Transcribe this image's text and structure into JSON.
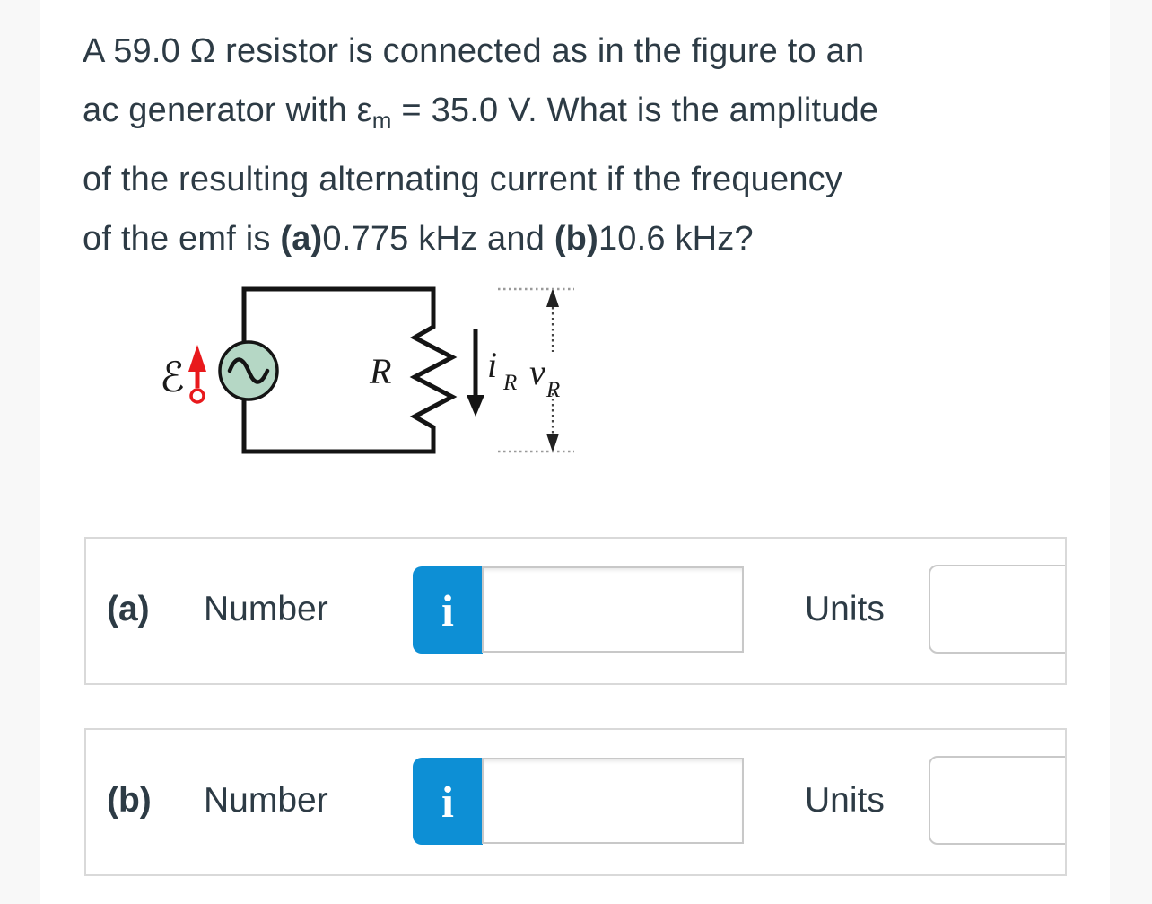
{
  "colors": {
    "ink": "#2d3b45",
    "accent_blue": "#0d8fd5",
    "generator_fill": "#b5d7c5",
    "emf_red": "#e8191c",
    "box_border": "#d9d9d9"
  },
  "question": {
    "lines": [
      [
        {
          "t": "A 59.0 Ω resistor is connected as in the figure to an"
        }
      ],
      [
        {
          "t": "ac generator with ε"
        },
        {
          "t": "m",
          "s": "sub"
        },
        {
          "t": " = 35.0 V. What is the amplitude"
        }
      ],
      [
        {
          "t": "of the resulting alternating current if the frequency"
        }
      ],
      [
        {
          "t": "of the emf is "
        },
        {
          "t": "(a)",
          "s": "b"
        },
        {
          "t": "0.775 kHz and "
        },
        {
          "t": "(b)",
          "s": "b"
        },
        {
          "t": "10.6 kHz?"
        }
      ]
    ]
  },
  "figure": {
    "emf_symbol": "ℰ",
    "resistor_label": "R",
    "current_label": "i",
    "current_sub": "R",
    "voltage_label": "v",
    "voltage_sub": "R"
  },
  "answers": [
    {
      "label": "(a)",
      "number_label": "Number",
      "info_icon": "i",
      "number_value": "",
      "units_label": "Units",
      "units_value": ""
    },
    {
      "label": "(b)",
      "number_label": "Number",
      "info_icon": "i",
      "number_value": "",
      "units_label": "Units",
      "units_value": ""
    }
  ]
}
